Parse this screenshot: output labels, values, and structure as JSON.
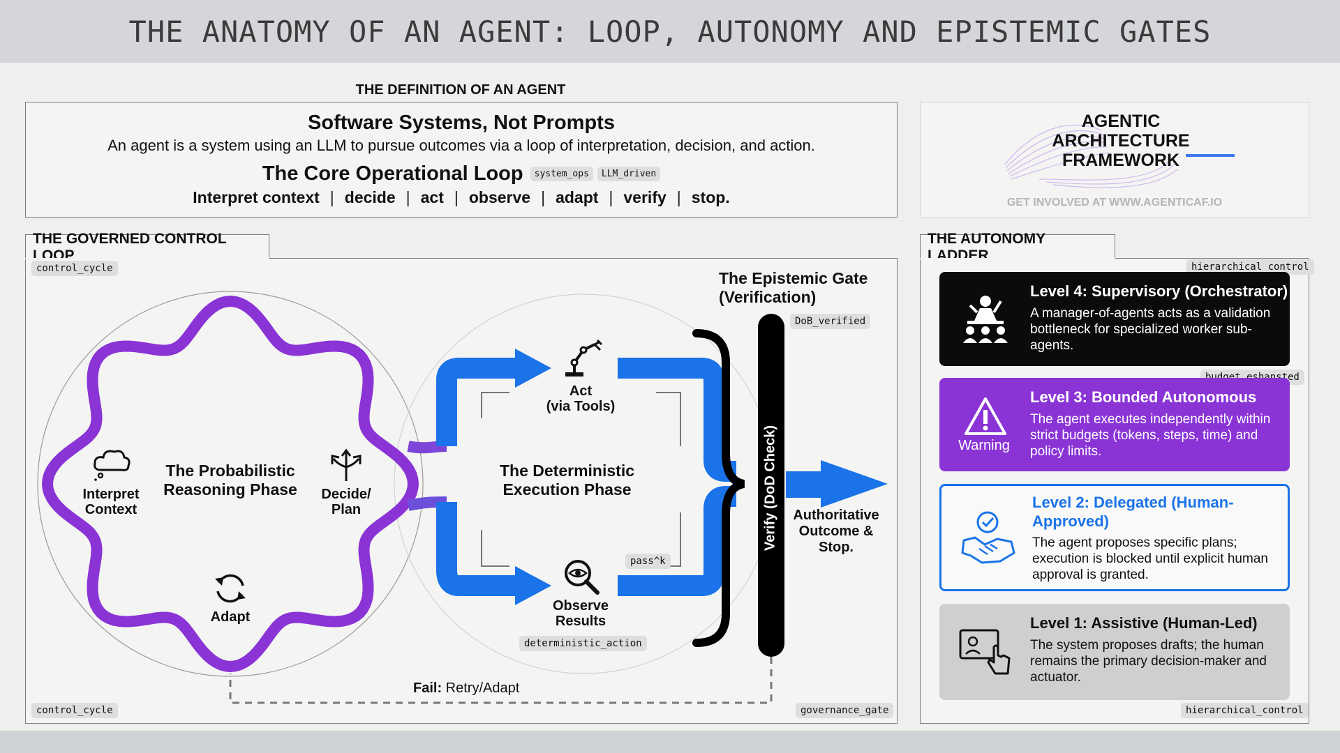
{
  "header": {
    "title": "THE ANATOMY OF AN AGENT: LOOP, AUTONOMY AND EPISTEMIC GATES"
  },
  "definition": {
    "section_title": "THE DEFINITION OF AN AGENT",
    "heading": "Software Systems, Not Prompts",
    "subtitle": "An agent is a system using an LLM to pursue outcomes via a loop of interpretation, decision, and action.",
    "loop_heading": "The Core Operational Loop",
    "tags": [
      "system_ops",
      "LLM_driven"
    ],
    "steps": [
      "Interpret context",
      "decide",
      "act",
      "observe",
      "adapt",
      "verify",
      "stop."
    ]
  },
  "branding": {
    "logo_lines": [
      "AGENTIC",
      "ARCHITECTURE",
      "FRAMEWORK"
    ],
    "url_text": "GET INVOLVED AT WWW.AGENTICAF.IO"
  },
  "control_loop": {
    "tab_label": "THE GOVERNED CONTROL LOOP",
    "tag_top_left": "control_cycle",
    "tag_bottom_left": "control_cycle",
    "tag_bottom_right": "governance_gate",
    "reasoning_phase": "The Probabilistic Reasoning Phase",
    "execution_phase": "The Deterministic Execution Phase",
    "nodes": {
      "interpret": "Interpret Context",
      "decide": "Decide/ Plan",
      "adapt": "Adapt",
      "act_line1": "Act",
      "act_line2": "(via Tools)",
      "observe": "Observe Results"
    },
    "tag_pass": "pass^k",
    "tag_deterministic": "deterministic_action",
    "gate_title_line1": "The Epistemic Gate",
    "gate_title_line2": "(Verification)",
    "tag_dob": "DoB_verified",
    "verify_label": "Verify (DoD Check)",
    "outcome": "Authoritative Outcome & Stop.",
    "fail_bold": "Fail:",
    "fail_rest": " Retry/Adapt",
    "colors": {
      "reasoning": "#8a34d6",
      "execution": "#1a73e8",
      "gate": "#000000"
    }
  },
  "autonomy": {
    "tab_label": "THE AUTONOMY LADDER",
    "tag_top": "hierarchical_control",
    "tag_budget": "budget_eshansted",
    "tag_bottom": "hierarchical_control",
    "levels": [
      {
        "title": "Level 4: Supervisory (Orchestrator)",
        "desc": "A manager-of-agents acts as a validation bottleneck for specialized worker sub-agents.",
        "icon": "orchestrator-icon"
      },
      {
        "title": "Level 3: Bounded Autonomous",
        "desc": "The agent executes independently within strict budgets (tokens, steps, time) and policy limits.",
        "icon": "warning-icon",
        "icon_label": "Warning"
      },
      {
        "title": "Level 2: Delegated (Human-Approved)",
        "desc": "The agent proposes specific plans; execution is blocked until explicit human approval is granted.",
        "icon": "handshake-icon"
      },
      {
        "title": "Level 1: Assistive (Human-Led)",
        "desc": "The system proposes drafts; the human remains the primary decision-maker and actuator.",
        "icon": "touch-screen-icon"
      }
    ]
  }
}
